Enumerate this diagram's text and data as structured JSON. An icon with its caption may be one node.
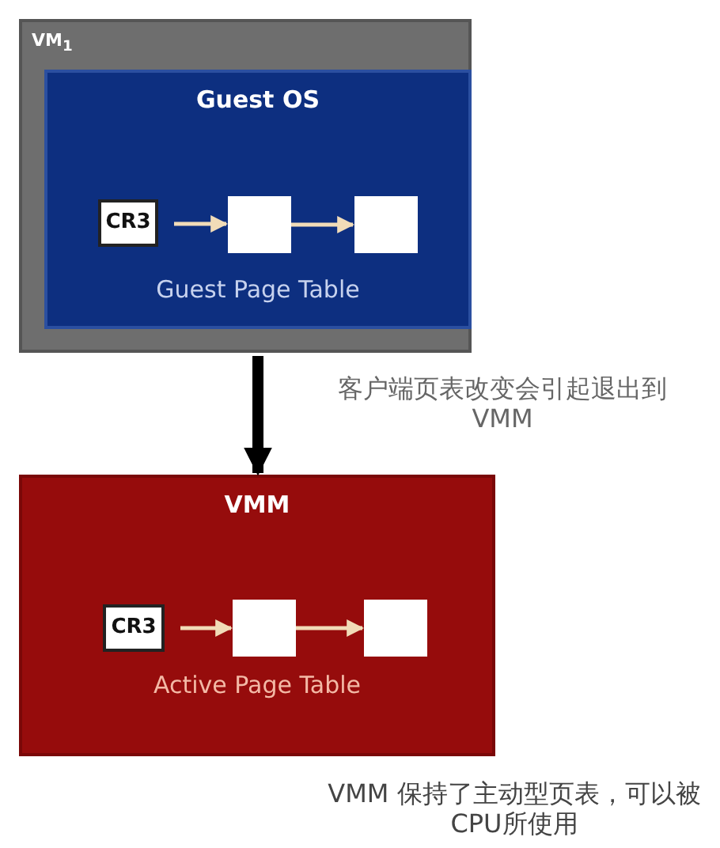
{
  "diagram": {
    "nodes": [
      {
        "text": [
          "VM$_{1}$"
        ]
      },
      {
        "text": [
          "Guest OS",
          "Guest Page Table"
        ],
        "in": 0
      },
      {
        "text": [
          "CR3"
        ],
        "in": 1
      },
      {
        "text": [],
        "shape": "box",
        "in": 1
      },
      {
        "text": [],
        "shape": "box",
        "in": 1
      },
      {
        "text": [
          "VMM",
          "Active Page Table"
        ]
      },
      {
        "text": [
          "CR3"
        ],
        "in": 5
      },
      {
        "text": [],
        "shape": "box",
        "in": 5
      },
      {
        "text": [],
        "shape": "box",
        "in": 5
      }
    ],
    "edges": [
      {
        "from": 2,
        "to": 3,
        "arrow": "to"
      },
      {
        "from": 3,
        "to": 4,
        "arrow": "to"
      },
      {
        "from": 0,
        "to": 5,
        "arrow": "to",
        "label": "客户端页表改变会引起退出到VMM",
        "style": "thick",
        "color": "#000000"
      },
      {
        "from": 6,
        "to": 7,
        "arrow": "to"
      },
      {
        "from": 7,
        "to": 8,
        "arrow": "to"
      }
    ],
    "labels": [
      "VMM 保持了主动型页表，可以被CPU所使用"
    ]
  }
}
